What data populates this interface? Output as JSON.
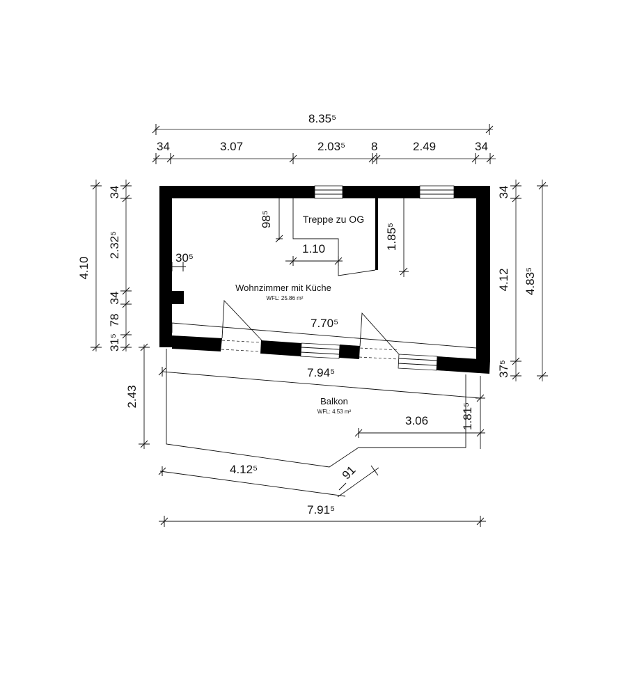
{
  "dimensions": {
    "top_total": "8.35⁵",
    "top_segments": [
      "34",
      "3.07",
      "2.03⁵",
      "8",
      "2.49",
      "34"
    ],
    "left_total": "4.10",
    "left_segments": [
      "34",
      "2.32⁵",
      "34",
      "78",
      "31⁵"
    ],
    "right_inner": [
      "34",
      "4.12",
      "37⁵"
    ],
    "right_total": "4.83⁵",
    "stair_depth": "98⁵",
    "stair_width": "1.10",
    "stair_length": "1.85⁵",
    "wall_offset": "30⁵",
    "room_inner_width": "7.70⁵",
    "balcony_width": "7.94⁵",
    "balcony_depth_left": "2.43",
    "balcony_depth_right": "1.81⁵",
    "balcony_inner": "3.06",
    "bottom_diag_a": "4.12⁵",
    "bottom_diag_b": "91",
    "bottom_total": "7.91⁵"
  },
  "rooms": {
    "living": {
      "name": "Wohnzimmer mit Küche",
      "area": "WFL: 25.86 m²"
    },
    "stair": {
      "name": "Treppe zu OG"
    },
    "balcony": {
      "name": "Balkon",
      "area": "WFL: 4.53 m²"
    }
  }
}
